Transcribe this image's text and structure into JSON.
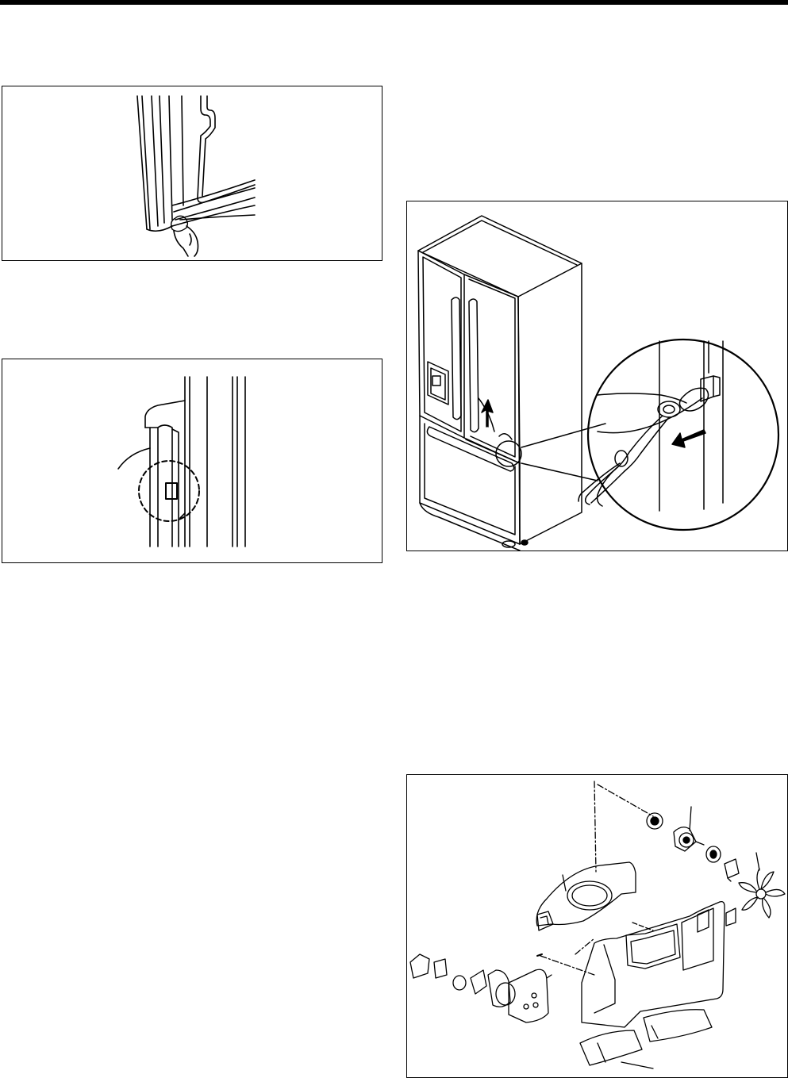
{
  "page": {
    "figures": [
      {
        "id": "door-gasket-pull",
        "icon": "hand-pulling-gasket"
      },
      {
        "id": "door-hinge-clip",
        "icon": "dashed-circle-callout"
      },
      {
        "id": "refrigerator-hinge-removal",
        "icon": "pliers-removing-pin"
      },
      {
        "id": "ice-maker-fan-exploded",
        "icon": "exploded-parts-view"
      }
    ]
  }
}
